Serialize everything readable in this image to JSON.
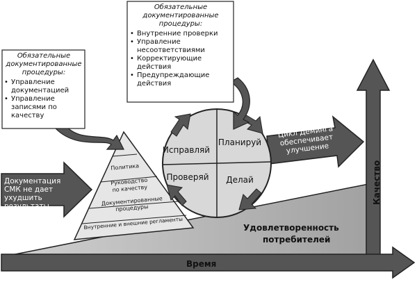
{
  "box_left": {
    "title": "Обязательные документированные процедуры:",
    "items": [
      "Управление документацией",
      "Управление записями по качеству"
    ]
  },
  "box_top": {
    "title": "Обязательные документированные процедуры:",
    "items": [
      "Внутренние проверки",
      "Управление несоответствиями",
      "Корректирующие действия",
      "Предупреждающие действия"
    ]
  },
  "pyramid": {
    "levels": [
      "Политика",
      "Руководство по качеству",
      "Документированные процедуры",
      "Внутренние и внешние регламенты"
    ]
  },
  "cycle": {
    "act": "Исправляй",
    "plan": "Планируй",
    "check": "Проверяй",
    "do": "Делай"
  },
  "arrows": {
    "documentation": "Документация СМК не дает ухудшить результаты",
    "deming": "Цикл Деминга обеспечивает улучшение",
    "quality": "Качество",
    "time": "Время"
  },
  "satisfaction": "Удовлетворенность потребителей",
  "colors": {
    "dark_arrow": "#555555",
    "wedge": "#a9a9a9",
    "light_fill": "#dcdcdc"
  }
}
